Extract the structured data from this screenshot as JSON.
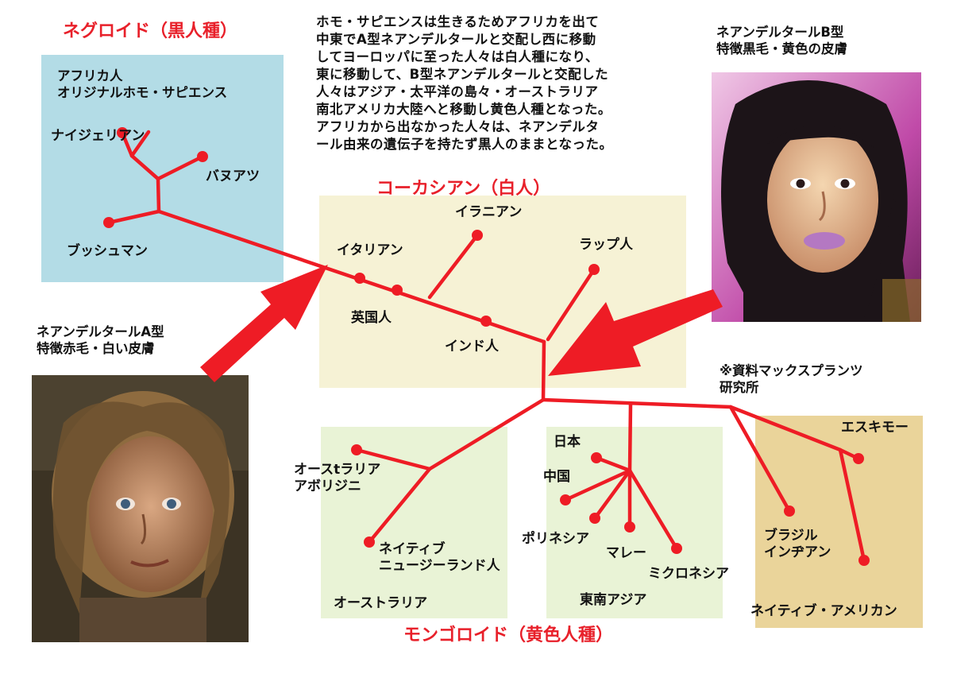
{
  "groups": {
    "negroid": {
      "title": "ネグロイド（黒人種）",
      "caption": "アフリカ人\nオリジナルホモ・サピエンス",
      "labels": {
        "nigerian": "ナイジェリアン",
        "vanuatu": "バヌアツ",
        "bushman": "ブッシュマン"
      }
    },
    "caucasian": {
      "title": "コーカシアン（白人）",
      "labels": {
        "iranian": "イラニアン",
        "italian": "イタリアン",
        "lapp": "ラップ人",
        "english": "英国人",
        "indian": "インド人"
      }
    },
    "mongoloid": {
      "title": "モンゴロイド（黄色人種）",
      "labels": {
        "aboriginal": "オースtラリア\nアボリジニ",
        "maori": "ネイティブ\nニュージーランド人",
        "australia": "オーストラリア",
        "japan": "日本",
        "china": "中国",
        "polynesia": "ポリネシア",
        "malay": "マレー",
        "micronesia": "ミクロネシア",
        "se_asia": "東南アジア",
        "eskimo": "エスキモー",
        "brazil": "ブラジル\nインヂアン",
        "native_american": "ネイティブ・アメリカン"
      }
    }
  },
  "explanation": "ホモ・サピエンスは生きるためアフリカを出て\n中東でA型ネアンデルタールと交配し西に移動\nしてヨーロッパに至った人々は白人種になり、\n東に移動して、B型ネアンデルタールと交配した\n人々はアジア・太平洋の島々・オーストラリア\n南北アメリカ大陸へと移動し黄色人種となった。\nアフリカから出なかった人々は、ネアンデルタ\nール由来の遺伝子を持たず黒人のままとなった。",
  "neanderthal_a": {
    "caption": "ネアンデルタールA型\n特徴赤毛・白い皮膚"
  },
  "neanderthal_b": {
    "caption": "ネアンデルタールB型\n特徴黒毛・黄色の皮膚"
  },
  "source_note": "※資料マックスプランツ\n研究所",
  "colors": {
    "branch": "#ee1c25",
    "negroid_bg": "#b3dce6",
    "caucasian_bg": "#f6f2d5",
    "mongoloid_bg": "#e9f3d6",
    "americas_bg": "#ead49a"
  }
}
